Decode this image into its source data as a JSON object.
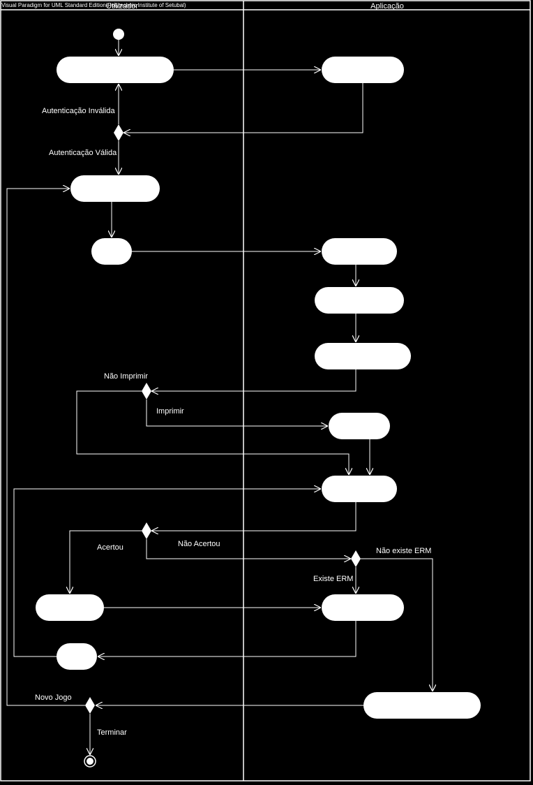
{
  "watermark": "Visual Paradigm for UML Standard Edition(Polytechnic Institute of Setubal)",
  "swimlanes": [
    {
      "name": "Utilizador"
    },
    {
      "name": "Aplicação"
    }
  ],
  "guards": {
    "auth_invalid": "Autenticação Inválida",
    "auth_valid": "Autenticação Válida",
    "no_print": "Não Imprimir",
    "print": "Imprimir",
    "correct": "Acertou",
    "not_correct": "Não Acertou",
    "erm_not_exists": "Não existe ERM",
    "erm_exists": "Existe ERM",
    "new_game": "Novo Jogo",
    "finish": "Terminar"
  },
  "colors": {
    "background": "#000000",
    "foreground": "#ffffff"
  }
}
